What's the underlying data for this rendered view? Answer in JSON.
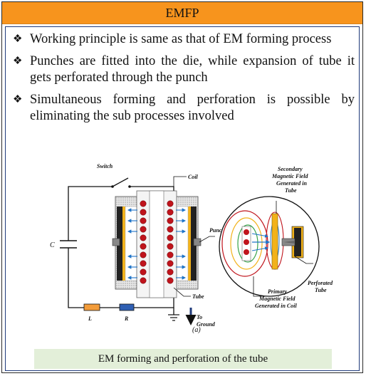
{
  "header": {
    "title": "EMFP"
  },
  "bullets": [
    {
      "marker": "❖",
      "text": "Working principle is same as that of EM forming process"
    },
    {
      "marker": "❖",
      "text": "Punches are fitted into the die, while expansion of tube it gets perforated through the punch"
    },
    {
      "marker": "❖",
      "text": "Simultaneous forming and perforation is possible by eliminating the sub processes involved"
    }
  ],
  "figure": {
    "labels": {
      "switch": "Switch",
      "coil": "Coil",
      "punch": "Punch",
      "capacitor": "C",
      "tube": "Tube",
      "inductor": "L",
      "resistor": "R",
      "ground_1": "To",
      "ground_2": "Ground",
      "panel": "(a)",
      "secondary_1": "Secondary",
      "secondary_2": "Magnetic Field",
      "secondary_3": "Generated in",
      "secondary_4": "Tube",
      "perforated_1": "Perforated",
      "perforated_2": "Tube",
      "primary_1": "Primary",
      "primary_2": "Magnetic Field",
      "primary_3": "Generated in Coil"
    },
    "colors": {
      "coil_red": "#c0141c",
      "arrow_blue": "#1e74c8",
      "die_yellow": "#f2b21a",
      "inductor_orange": "#f39c3a",
      "resistor_blue": "#2f5fb3"
    }
  },
  "caption": {
    "text": "EM forming and perforation of  the tube"
  }
}
